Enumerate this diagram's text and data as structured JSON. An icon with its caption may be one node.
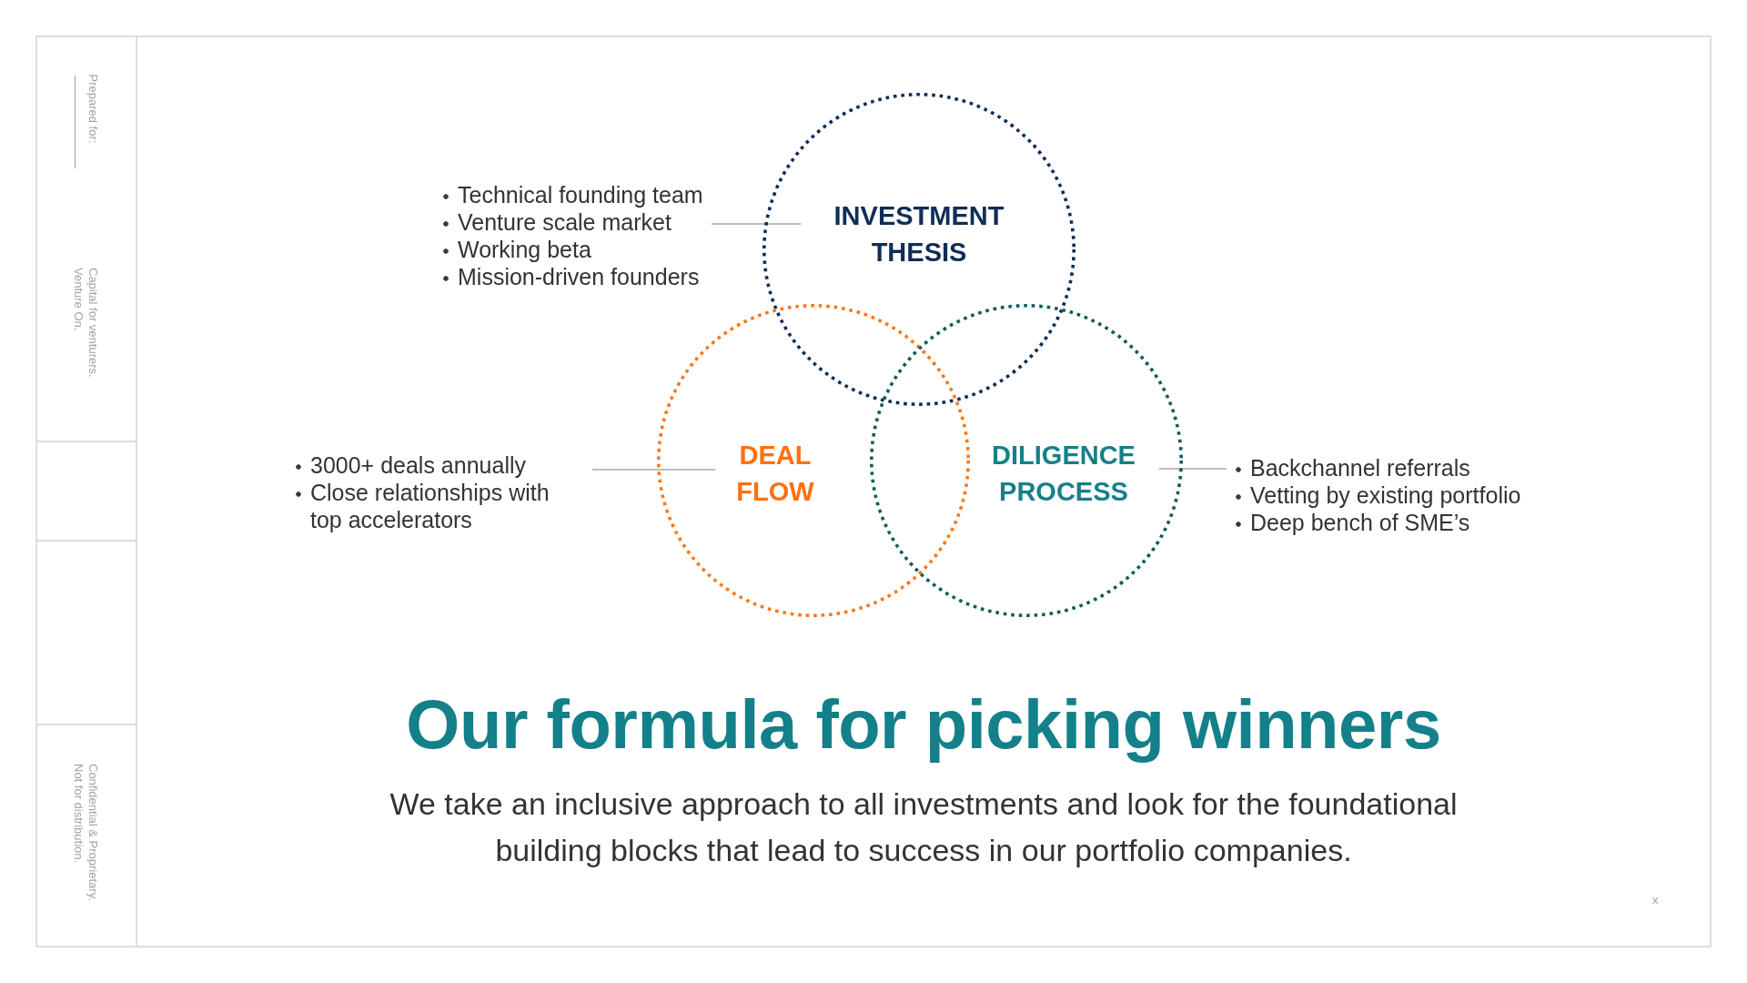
{
  "diagram": {
    "title": "Our formula for picking winners",
    "caption": "We take an inclusive approach to all investments and look for the foundational building blocks that lead to success in our portfolio companies.",
    "nodes": [
      {
        "text": [
          "Technical founding team",
          "Venture scale market",
          "Working beta",
          "Mission-driven founders"
        ]
      },
      {
        "text": [
          "INVESTMENT THESIS"
        ]
      },
      {
        "text": [
          "3000+ deals annually",
          "Close relationships with top accelerators"
        ]
      },
      {
        "text": [
          "DEAL FLOW"
        ]
      },
      {
        "text": [
          "DILIGENCE PROCESS"
        ]
      },
      {
        "text": [
          "Backchannel referrals",
          "Vetting by existing portfolio",
          "Deep bench of SME’s"
        ]
      }
    ],
    "edges": [
      {
        "from": 0,
        "to": 1,
        "arrow": "none"
      },
      {
        "from": 2,
        "to": 3,
        "arrow": "none"
      },
      {
        "from": 5,
        "to": 4,
        "arrow": "none"
      }
    ],
    "labels": [
      "Prepared for:",
      "Capital for venturers. Venture On.",
      "Confidential & Proprietary. Not for distribution.",
      "x"
    ]
  }
}
